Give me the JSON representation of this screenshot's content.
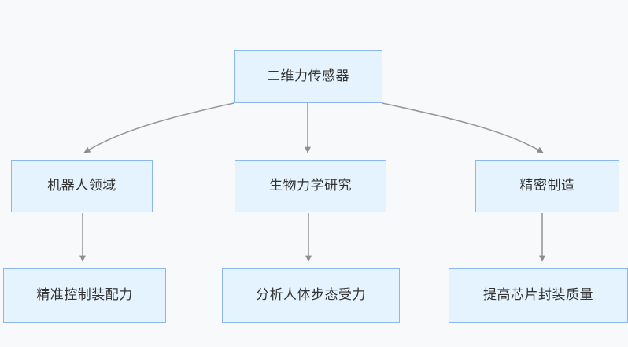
{
  "diagram": {
    "type": "flowchart",
    "orientation": "top-down",
    "background_color": "#f8f9fb",
    "node_fill_color": "#e4f3fd",
    "node_border_color": "#8cb6ef",
    "node_text_color": "#333333",
    "edge_color": "#999999",
    "nodes": [
      {
        "id": "root",
        "label": "二维力传感器",
        "level": 0
      },
      {
        "id": "robotics",
        "label": "机器人领域",
        "level": 1
      },
      {
        "id": "biomech",
        "label": "生物力学研究",
        "level": 1
      },
      {
        "id": "precision",
        "label": "精密制造",
        "level": 1
      },
      {
        "id": "assembly",
        "label": "精准控制装配力",
        "level": 2
      },
      {
        "id": "gait",
        "label": "分析人体步态受力",
        "level": 2
      },
      {
        "id": "chip",
        "label": "提高芯片封装质量",
        "level": 2
      }
    ],
    "edges": [
      {
        "from": "root",
        "to": "robotics",
        "style": "curved",
        "arrow": "triangle"
      },
      {
        "from": "root",
        "to": "biomech",
        "style": "straight",
        "arrow": "triangle"
      },
      {
        "from": "root",
        "to": "precision",
        "style": "curved",
        "arrow": "triangle"
      },
      {
        "from": "robotics",
        "to": "assembly",
        "style": "straight",
        "arrow": "triangle"
      },
      {
        "from": "biomech",
        "to": "gait",
        "style": "straight",
        "arrow": "triangle"
      },
      {
        "from": "precision",
        "to": "chip",
        "style": "straight",
        "arrow": "triangle"
      }
    ]
  }
}
